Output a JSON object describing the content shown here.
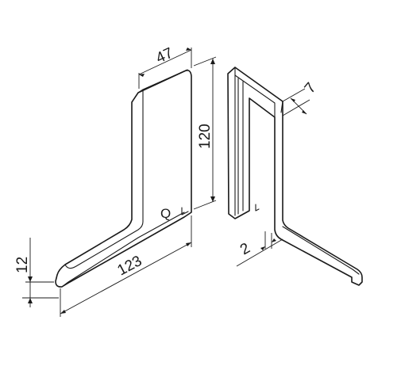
{
  "dimensions": {
    "width_top": "47",
    "height": "120",
    "base_length": "123",
    "base_height": "12",
    "flange_width": "7",
    "thickness": "2"
  },
  "logo_mark": "Q"
}
